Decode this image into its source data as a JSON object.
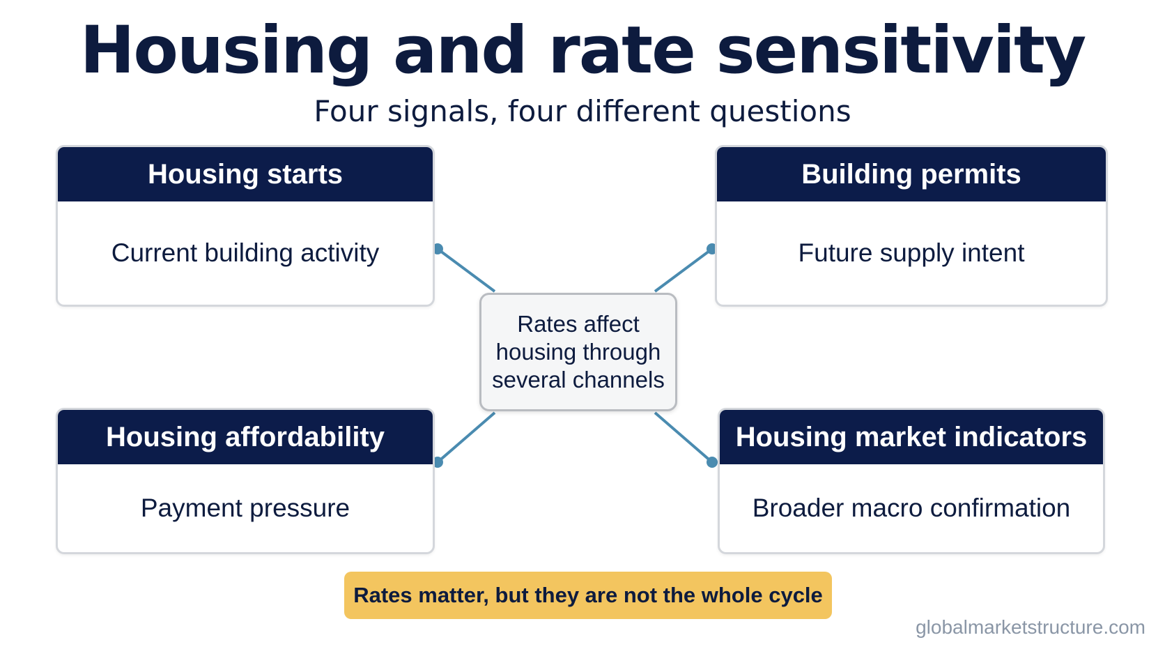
{
  "header": {
    "title": "Housing and rate sensitivity",
    "subtitle": "Four signals, four different questions"
  },
  "center": {
    "text": "Rates affect\nhousing through\nseveral channels"
  },
  "cards": [
    {
      "title": "Housing starts",
      "body": "Current building activity"
    },
    {
      "title": "Building permits",
      "body": "Future supply intent"
    },
    {
      "title": "Housing affordability",
      "body": "Payment pressure"
    },
    {
      "title": "Housing market indicators",
      "body": "Broader macro confirmation"
    }
  ],
  "footer": {
    "banner": "Rates matter, but they are not the whole cycle",
    "watermark": "globalmarketstructure.com"
  },
  "colors": {
    "header_bg": "#0c1c4a",
    "connector": "#4a8bb0",
    "banner_bg": "#f3c55f",
    "text": "#0d1b3e"
  }
}
